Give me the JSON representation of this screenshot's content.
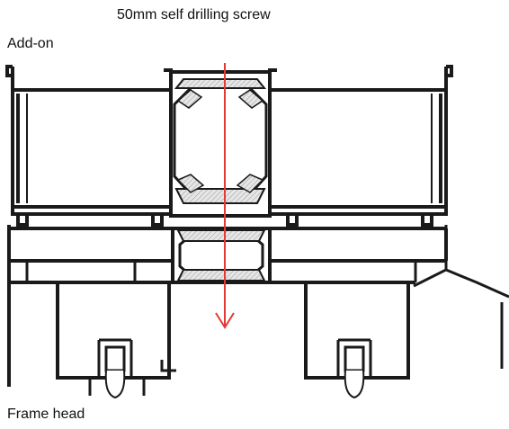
{
  "labels": {
    "screw": "50mm self drilling screw",
    "addon": "Add-on",
    "frame_head": "Frame head"
  },
  "colors": {
    "profile_stroke": "#1a1a1a",
    "arrow": "#e53935",
    "gasket_fill": "#d9d9d9",
    "background": "#ffffff"
  }
}
